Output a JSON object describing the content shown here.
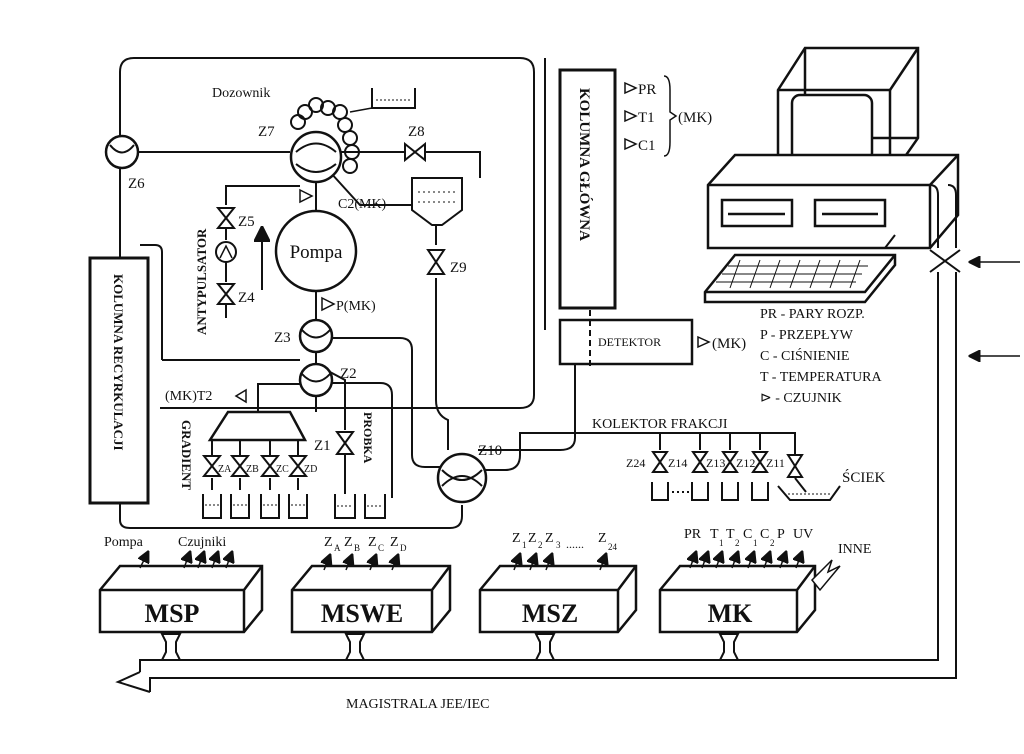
{
  "labels": {
    "dozownik": "Dozownik",
    "pompa": "Pompa",
    "antypulsator": "ANTYPULSATOR",
    "kolumna_recyrkulacji": "KOLUMNA RECYRKULACJI",
    "kolumna_glowna": "KOLUMNA GŁÓWNA",
    "detektor": "DETEKTOR",
    "kolektor_frakcji": "KOLEKTOR FRAKCJI",
    "sciek": "ŚCIEK",
    "gradient": "GRADIENT",
    "probka": "PROBKA",
    "pompa_signal": "Pompa",
    "czujniki": "Czujniki",
    "inne": "INNE",
    "magistrala": "MAGISTRALA JEE/IEC"
  },
  "valves": {
    "z1": "Z1",
    "z2": "Z2",
    "z3": "Z3",
    "z4": "Z4",
    "z5": "Z5",
    "z6": "Z6",
    "z7": "Z7",
    "z8": "Z8",
    "z9": "Z9",
    "z10": "Z10",
    "za": "ZA",
    "zb": "ZB",
    "zc": "ZC",
    "zd": "ZD",
    "z24": "Z24",
    "z14": "Z14",
    "z13": "Z13",
    "z12": "Z12",
    "z11": "Z11"
  },
  "sensors": {
    "pr": "PR",
    "t1": "T1",
    "c1": "C1",
    "mk_group": "(MK)",
    "c2": "C2(MK)",
    "p": "P(MK)",
    "t2": "(MK)T2",
    "det_mk": "(MK)"
  },
  "modules": {
    "msp": "MSP",
    "mswe": "MSWE",
    "msz": "MSZ",
    "mk": "MK"
  },
  "mswe_inputs": [
    "Z",
    "A",
    "Z",
    "B",
    "Z",
    "C",
    "Z",
    "D"
  ],
  "msz_inputs": {
    "z1": "Z",
    "s1": "1",
    "z2": "Z",
    "s2": "2",
    "z3": "Z",
    "s3": "3",
    "dots": "......",
    "zn": "Z",
    "sn": "24"
  },
  "mk_inputs": {
    "pr": "PR",
    "t1": "T",
    "t1s": "1",
    "t2": "T",
    "t2s": "2",
    "c1": "C",
    "c1s": "1",
    "c2": "C",
    "c2s": "2",
    "p": "P",
    "uv": "UV"
  },
  "legend": [
    "PR - PARY ROZP.",
    "P - PRZEPŁYW",
    "C - CIŚNIENIE",
    "T - TEMPERATURA",
    "⊳ - CZUJNIK"
  ]
}
